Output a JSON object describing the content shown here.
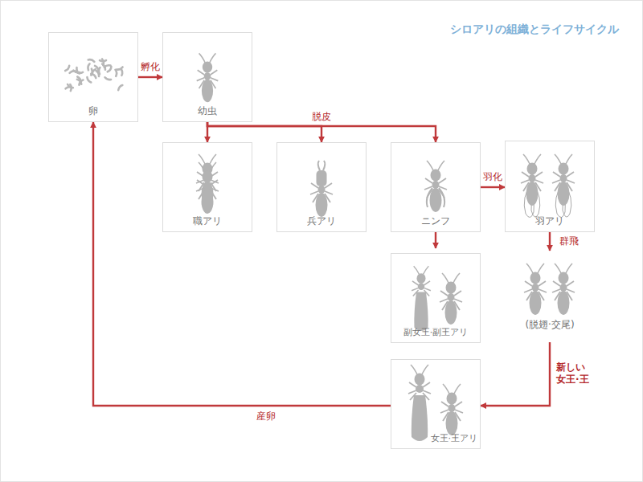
{
  "diagram": {
    "title": "シロアリの組織とライフサイクル",
    "nodes": [
      {
        "text": [
          "卵"
        ]
      },
      {
        "text": [
          "幼虫"
        ]
      },
      {
        "text": [
          "職アリ"
        ]
      },
      {
        "text": [
          "兵アリ"
        ]
      },
      {
        "text": [
          "ニンフ"
        ]
      },
      {
        "text": [
          "羽アリ"
        ]
      },
      {
        "text": [
          "副女王·副王アリ"
        ]
      },
      {
        "text": [
          "(脱翅·交尾)"
        ]
      },
      {
        "text": [
          "女王·王アリ"
        ]
      }
    ],
    "edges": [
      {
        "from": 0,
        "to": 1,
        "arrow": "to",
        "label": "孵化"
      },
      {
        "from": 1,
        "to": 2,
        "arrow": "to"
      },
      {
        "from": 1,
        "to": 3,
        "arrow": "to",
        "label": "脱皮"
      },
      {
        "from": 1,
        "to": 4,
        "arrow": "to"
      },
      {
        "from": 4,
        "to": 5,
        "arrow": "to",
        "label": "羽化"
      },
      {
        "from": 4,
        "to": 6,
        "arrow": "to"
      },
      {
        "from": 5,
        "to": 7,
        "arrow": "to",
        "label": "群飛"
      },
      {
        "from": 7,
        "to": 8,
        "arrow": "to",
        "label": "新しい 女王·王"
      },
      {
        "from": 8,
        "to": 0,
        "arrow": "to",
        "label": "産卵"
      }
    ]
  }
}
